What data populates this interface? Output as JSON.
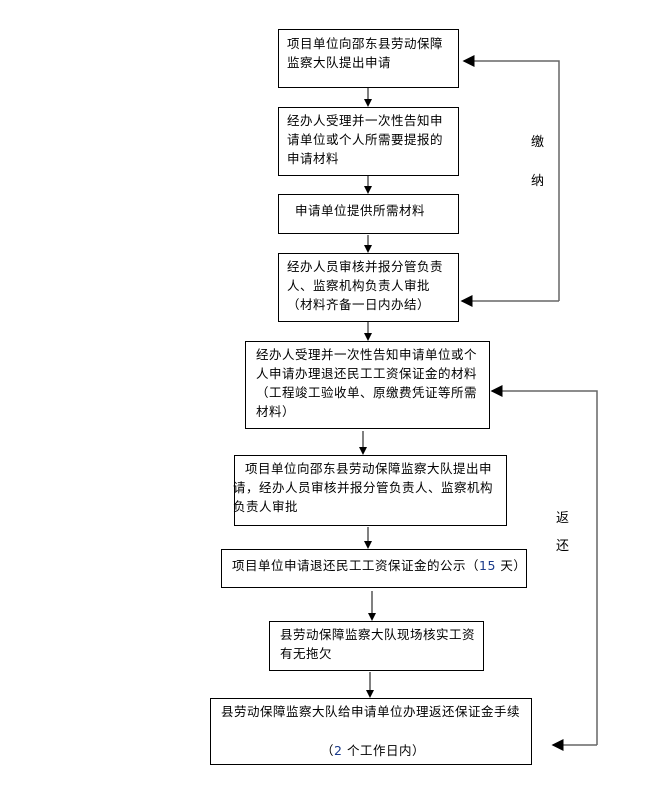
{
  "steps": [
    {
      "text": "项目单位向邵东县劳动保障监察大队提出申请"
    },
    {
      "text": "经办人受理并一次性告知申请单位或个人所需要提报的申请材料"
    },
    {
      "text": "申请单位提供所需材料"
    },
    {
      "text": "经办人员审核并报分管负责人、监察机构负责人审批（材料齐备一日内办结）"
    },
    {
      "text": "经办人受理并一次性告知申请单位或个人申请办理退还民工工资保证金的材料（工程竣工验收单、原缴费凭证等所需材料）"
    },
    {
      "text": "项目单位向邵东县劳动保障监察大队提出申请，经办人员审核并报分管负责人、监察机构负责人审批"
    },
    {
      "text_before": "项目单位申请退还民工工资保证金的公示（",
      "number": "15",
      "text_after": " 天）"
    },
    {
      "text": "县劳动保障监察大队现场核实工资有无拖欠"
    },
    {
      "line1": "县劳动保障监察大队给申请单位办理返还保证金手续",
      "line2_before": "（",
      "number": "2",
      "line2_after": " 个工作日内）"
    }
  ],
  "loops": {
    "pay": {
      "char1": "缴",
      "char2": "纳"
    },
    "refund": {
      "char1": "返",
      "char2": "还"
    }
  }
}
